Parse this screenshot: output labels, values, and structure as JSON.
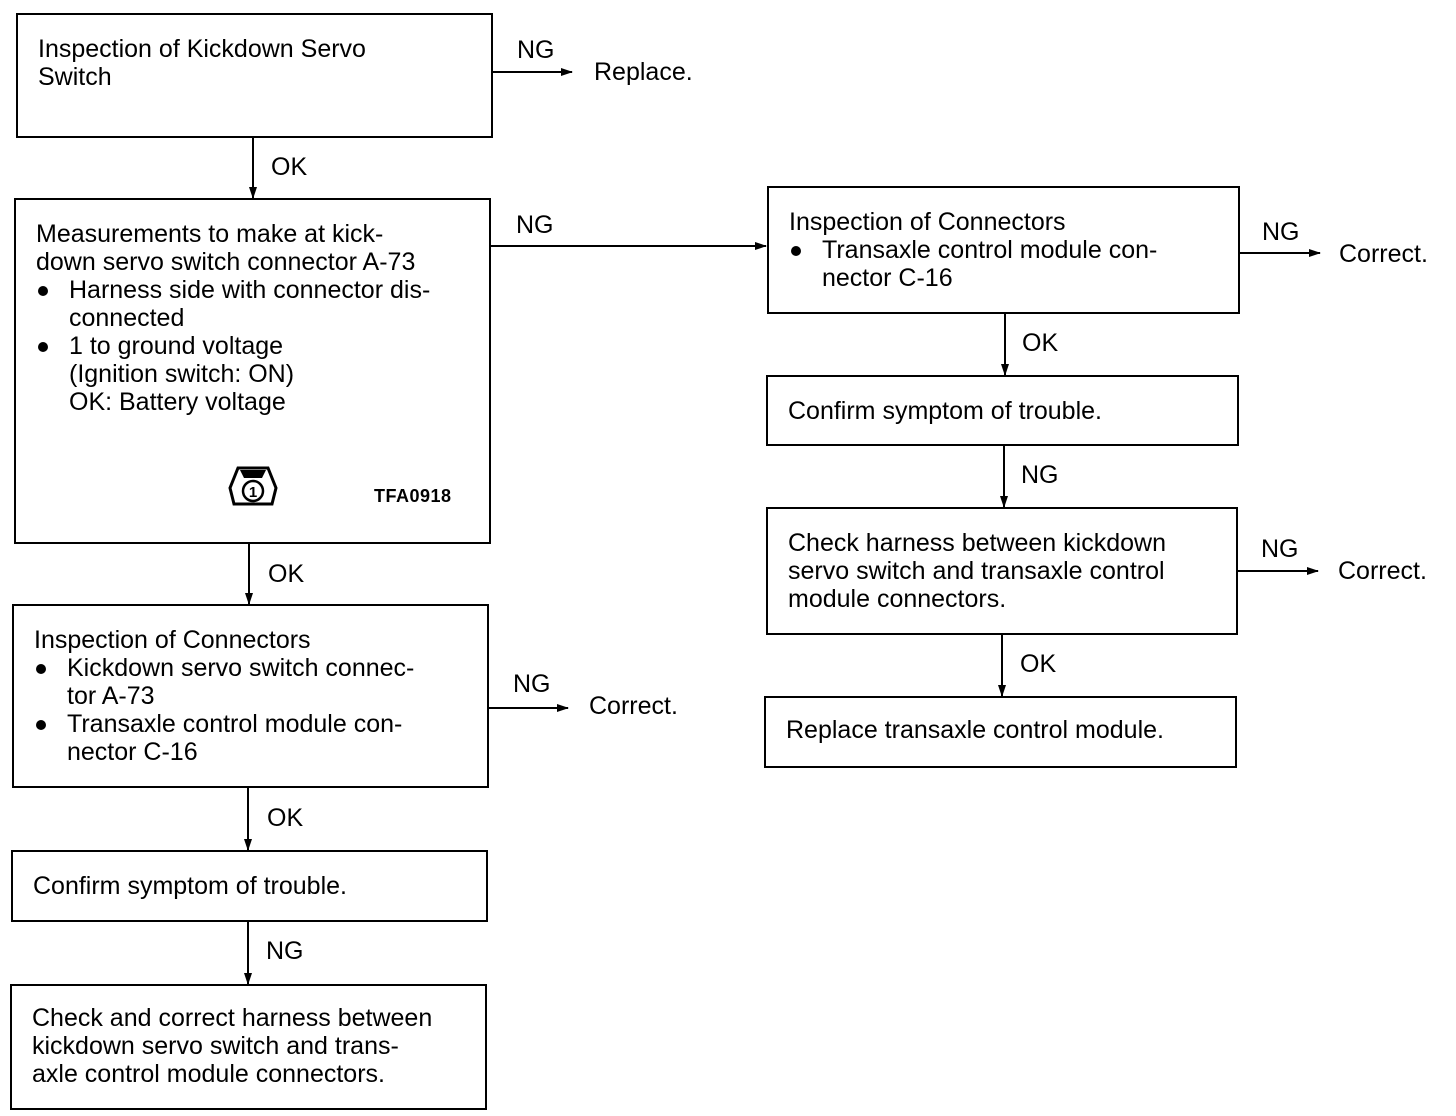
{
  "boxes": {
    "b1": {
      "text": "Inspection of Kickdown Servo\nSwitch"
    },
    "b2": {
      "title": "Measurements to make at kick-\ndown servo switch connector A-73",
      "bullets": [
        "Harness side with connector dis-\nconnected",
        "1 to ground voltage\n(Ignition switch: ON)\nOK: Battery voltage"
      ],
      "code": "TFA0918",
      "symbol_name": "connector-terminal-1-icon",
      "symbol_label": "1"
    },
    "b3": {
      "title": "Inspection of Connectors",
      "bullets": [
        "Kickdown servo switch connec-\ntor A-73",
        "Transaxle control module con-\nnector C-16"
      ]
    },
    "b4": {
      "text": "Confirm symptom of trouble."
    },
    "b5": {
      "text": "Check and correct harness between\nkickdown servo switch and trans-\naxle control module connectors."
    },
    "r1": {
      "title": "Inspection of Connectors",
      "bullets": [
        "Transaxle control module con-\nnector C-16"
      ]
    },
    "r2": {
      "text": "Confirm symptom of trouble."
    },
    "r3": {
      "text": "Check harness between kickdown\nservo switch and transaxle control\nmodule connectors."
    },
    "r4": {
      "text": "Replace transaxle control module."
    }
  },
  "labels": {
    "ok": "OK",
    "ng": "NG",
    "replace": "Replace.",
    "correct": "Correct."
  }
}
